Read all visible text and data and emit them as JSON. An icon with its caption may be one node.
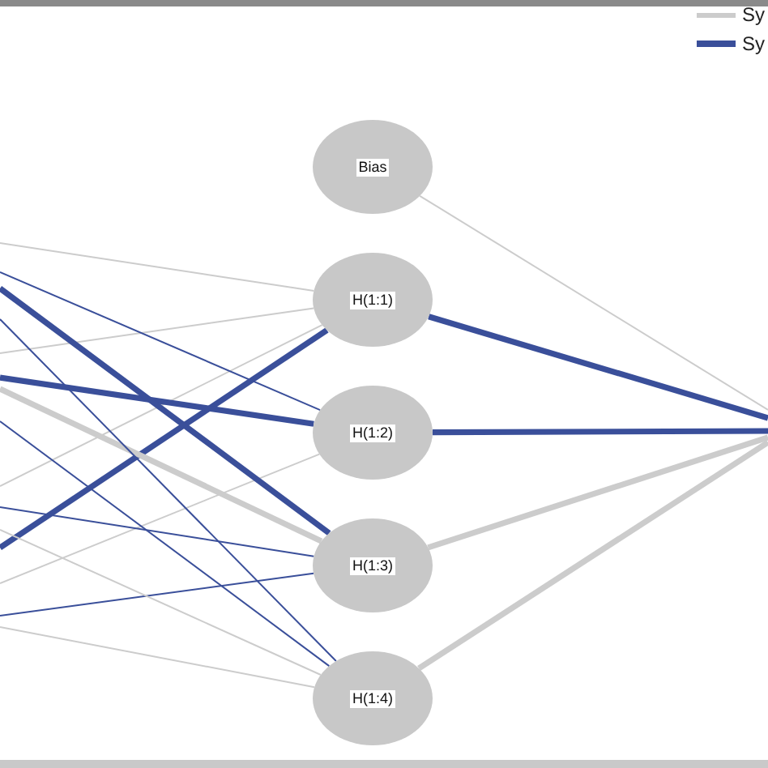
{
  "diagram": {
    "nodes": [
      {
        "text": [
          "Bias"
        ]
      },
      {
        "text": [
          "H(1:1)"
        ]
      },
      {
        "text": [
          "H(1:2)"
        ]
      },
      {
        "text": [
          "H(1:3)"
        ]
      },
      {
        "text": [
          "H(1:4)"
        ]
      }
    ],
    "edges": [
      {
        "from": null,
        "to": 1,
        "arrow": "none"
      },
      {
        "from": null,
        "to": 1,
        "arrow": "none"
      },
      {
        "from": null,
        "to": 1,
        "arrow": "none"
      },
      {
        "from": null,
        "to": 1,
        "arrow": "none",
        "color": "#3a4f9a",
        "style": "thick"
      },
      {
        "from": null,
        "to": 2,
        "arrow": "none",
        "color": "#3a4f9a"
      },
      {
        "from": null,
        "to": 2,
        "arrow": "none",
        "color": "#3a4f9a",
        "style": "thick"
      },
      {
        "from": null,
        "to": 2,
        "arrow": "none"
      },
      {
        "from": null,
        "to": 3,
        "arrow": "none",
        "color": "#3a4f9a",
        "style": "thick"
      },
      {
        "from": null,
        "to": 3,
        "arrow": "none",
        "style": "thick"
      },
      {
        "from": null,
        "to": 3,
        "arrow": "none",
        "color": "#3a4f9a"
      },
      {
        "from": null,
        "to": 3,
        "arrow": "none",
        "color": "#3a4f9a"
      },
      {
        "from": null,
        "to": 4,
        "arrow": "none",
        "color": "#3a4f9a"
      },
      {
        "from": null,
        "to": 4,
        "arrow": "none",
        "color": "#3a4f9a"
      },
      {
        "from": null,
        "to": 4,
        "arrow": "none"
      },
      {
        "from": null,
        "to": 4,
        "arrow": "none"
      },
      {
        "from": 0,
        "to": null,
        "arrow": "none"
      },
      {
        "from": 1,
        "to": null,
        "arrow": "none",
        "color": "#3a4f9a",
        "style": "thick"
      },
      {
        "from": 2,
        "to": null,
        "arrow": "none",
        "color": "#3a4f9a",
        "style": "thick"
      },
      {
        "from": 3,
        "to": null,
        "arrow": "none",
        "style": "thick"
      },
      {
        "from": 4,
        "to": null,
        "arrow": "none",
        "style": "thick"
      }
    ],
    "legend": [
      {
        "text": "Sy",
        "color": "#cccccc"
      },
      {
        "text": "Sy",
        "color": "#3a4f9a"
      }
    ]
  }
}
